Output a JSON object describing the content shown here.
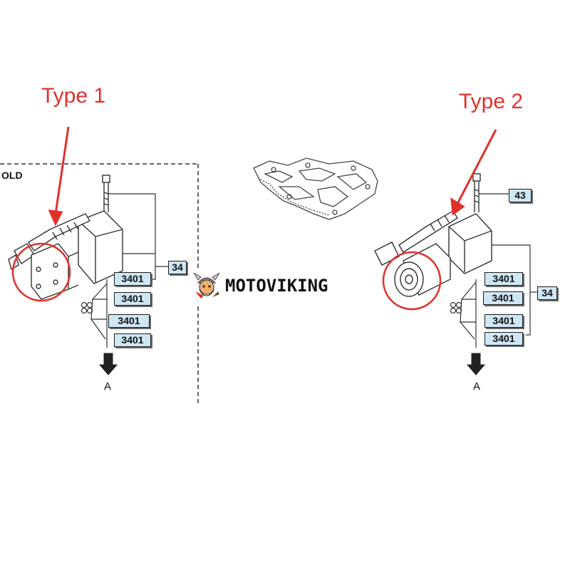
{
  "labels": {
    "type1": "Type 1",
    "type2": "Type 2",
    "section_fragment": "OLD"
  },
  "colors": {
    "annotation_red": "#e0312b",
    "partbox_fill": "#cfe7f5"
  },
  "left_group": {
    "parts": [
      "3401",
      "3401",
      "3401",
      "3401"
    ],
    "group_ref": "34",
    "arrow_ref": "A"
  },
  "right_group": {
    "top_ref": "43",
    "parts": [
      "3401",
      "3401",
      "3401",
      "3401"
    ],
    "group_ref": "34",
    "arrow_ref": "A"
  },
  "watermark": {
    "text": "MOTOVIKING",
    "logo": "viking-mascot-icon"
  }
}
